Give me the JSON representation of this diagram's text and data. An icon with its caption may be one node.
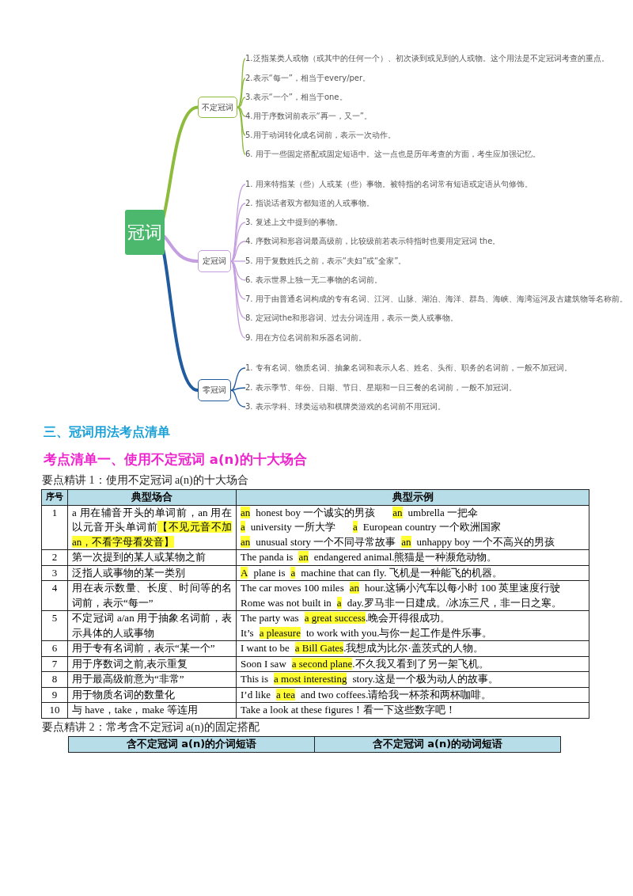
{
  "diagram": {
    "nodes": [
      {
        "text": [
          "冠词"
        ]
      },
      {
        "text": [
          "不定冠词"
        ]
      },
      {
        "text": [
          "定冠词"
        ]
      },
      {
        "text": [
          "零冠词"
        ]
      },
      {
        "text": [
          "1.泛指某类人或物（或其中的任何一个）、初次谈到或见到的人或物。这个用法是不定冠词考查的重点。"
        ]
      },
      {
        "text": [
          "2.表示“每一”，相当于every/per。"
        ]
      },
      {
        "text": [
          "3.表示“一个”，相当于one。"
        ]
      },
      {
        "text": [
          "4.用于序数词前表示“再一，又一”。"
        ]
      },
      {
        "text": [
          "5.用于动词转化成名词前，表示一次动作。"
        ]
      },
      {
        "text": [
          "6. 用于一些固定搭配或固定短语中。这一点也是历年考查的方面，考生应加强记忆。"
        ]
      },
      {
        "text": [
          "1. 用来特指某（些）人或某（些）事物。被特指的名词常有短语或定语从句修饰。"
        ]
      },
      {
        "text": [
          "2. 指说话者双方都知道的人或事物。"
        ]
      },
      {
        "text": [
          "3. 复述上文中提到的事物。"
        ]
      },
      {
        "text": [
          "4. 序数词和形容词最高级前，比较级前若表示特指时也要用定冠词 the。"
        ]
      },
      {
        "text": [
          "5. 用于复数姓氏之前，表示“夫妇”或“全家”。"
        ]
      },
      {
        "text": [
          "6. 表示世界上独一无二事物的名词前。"
        ]
      },
      {
        "text": [
          "7. 用于由普通名词构成的专有名词、江河、山脉、湖泊、海洋、群岛、海峡、海湾运河及古建筑物等名称前。"
        ]
      },
      {
        "text": [
          "8. 定冠词the和形容词、过去分词连用，表示一类人或事物。"
        ]
      },
      {
        "text": [
          "9. 用在方位名词前和乐器名词前。"
        ]
      },
      {
        "text": [
          "1. 专有名词、物质名词、抽象名词和表示人名、姓名、头衔、职务的名词前，一般不加冠词。"
        ]
      },
      {
        "text": [
          "2. 表示季节、年份、日期、节日、星期和一日三餐的名词前，一般不加冠词。"
        ]
      },
      {
        "text": [
          "3. 表示学科、球类运动和棋牌类游戏的名词前不用冠词。"
        ]
      }
    ],
    "edges": [
      {
        "from": 0,
        "to": 1,
        "arrow": "none",
        "style": "thick",
        "color": "#8dbb3c"
      },
      {
        "from": 0,
        "to": 2,
        "arrow": "none",
        "style": "thick"
      },
      {
        "from": 0,
        "to": 3,
        "arrow": "none",
        "style": "thick",
        "color": "#1f5b9e"
      },
      {
        "from": 1,
        "to": 4,
        "arrow": "none",
        "color": "#8dbb3c"
      },
      {
        "from": 1,
        "to": 5,
        "arrow": "none",
        "color": "#8dbb3c"
      },
      {
        "from": 1,
        "to": 6,
        "arrow": "none",
        "color": "#8dbb3c"
      },
      {
        "from": 1,
        "to": 7,
        "arrow": "none",
        "color": "#8dbb3c"
      },
      {
        "from": 1,
        "to": 8,
        "arrow": "none",
        "color": "#8dbb3c"
      },
      {
        "from": 1,
        "to": 9,
        "arrow": "none",
        "color": "#8dbb3c"
      },
      {
        "from": 2,
        "to": 10,
        "arrow": "none"
      },
      {
        "from": 2,
        "to": 11,
        "arrow": "none"
      },
      {
        "from": 2,
        "to": 12,
        "arrow": "none"
      },
      {
        "from": 2,
        "to": 13,
        "arrow": "none"
      },
      {
        "from": 2,
        "to": 14,
        "arrow": "none"
      },
      {
        "from": 2,
        "to": 15,
        "arrow": "none"
      },
      {
        "from": 2,
        "to": 16,
        "arrow": "none"
      },
      {
        "from": 2,
        "to": 17,
        "arrow": "none"
      },
      {
        "from": 2,
        "to": 18,
        "arrow": "none"
      },
      {
        "from": 3,
        "to": 19,
        "arrow": "none",
        "color": "#1f5b9e"
      },
      {
        "from": 3,
        "to": 20,
        "arrow": "none",
        "color": "#1f5b9e"
      },
      {
        "from": 3,
        "to": 21,
        "arrow": "none",
        "color": "#1f5b9e"
      }
    ],
    "labels": [
      "三、冠词用法考点清单",
      "考点清单一、使用不定冠词 a(n)的十大场合",
      "要点精讲 1：使用不定冠词 a(n)的十大场合",
      "序号",
      "典型场合",
      "典型示例",
      "1",
      "a 用在辅音开头的单词前，an 用在以元音开头单词前",
      "【不见元音不加 an，不看字母看发音】",
      "an",
      "honest boy 一个诚实的男孩",
      "an",
      "umbrella 一把伞",
      "a",
      "university 一所大学",
      "a",
      "European country 一个欧洲国家",
      "an",
      "unusual story 一个不同寻常故事",
      "an",
      "unhappy boy 一个不高兴的男孩",
      "2",
      "第一次提到的某人或某物之前",
      "The panda is",
      "an",
      "endangered animal.熊猫是一种濒危动物。",
      "3",
      "泛指人或事物的某一类别",
      "A",
      "plane is",
      "a",
      "machine that can fly. 飞机是一种能飞的机器。",
      "4",
      "用在表示数量、长度、时间等的名词前，表示“每一”",
      "The car moves 100 miles",
      "an",
      "hour.这辆小汽车以每小时 100 英里速度行驶",
      "Rome was not built in",
      "a",
      "day.罗马非一日建成。/冰冻三尺，非一日之寒。",
      "5",
      "不定冠词 a/an 用于抽象名词前，表示具体的人或事物",
      "The party was",
      "a great success",
      ".晚会开得很成功。",
      "It’s",
      "a pleasure",
      "to work with you.与你一起工作是件乐事。",
      "6",
      "用于专有名词前，表示“某一个”",
      "I want to be",
      "a Bill Gates",
      ".我想成为比尔·盖茨式的人物。",
      "7",
      "用于序数词之前,表示重复",
      "Soon I saw",
      "a second plane",
      ".不久我又看到了另一架飞机。",
      "8",
      "用于最高级前意为“非常”",
      "This is",
      "a most interesting",
      "story.这是一个极为动人的故事。",
      "9",
      "用于物质名词的数量化",
      "I’d like",
      "a tea",
      "and two coffees.请给我一杯茶和两杯咖啡。",
      "10",
      "与 have，take，make 等连用",
      "Take a look at these figures！看一下这些数字吧！",
      "要点精讲 2：常考含不定冠词 a(n)的固定搭配",
      "含不定冠词 a(n)的介词短语",
      "含不定冠词 a(n)的动词短语"
    ]
  }
}
